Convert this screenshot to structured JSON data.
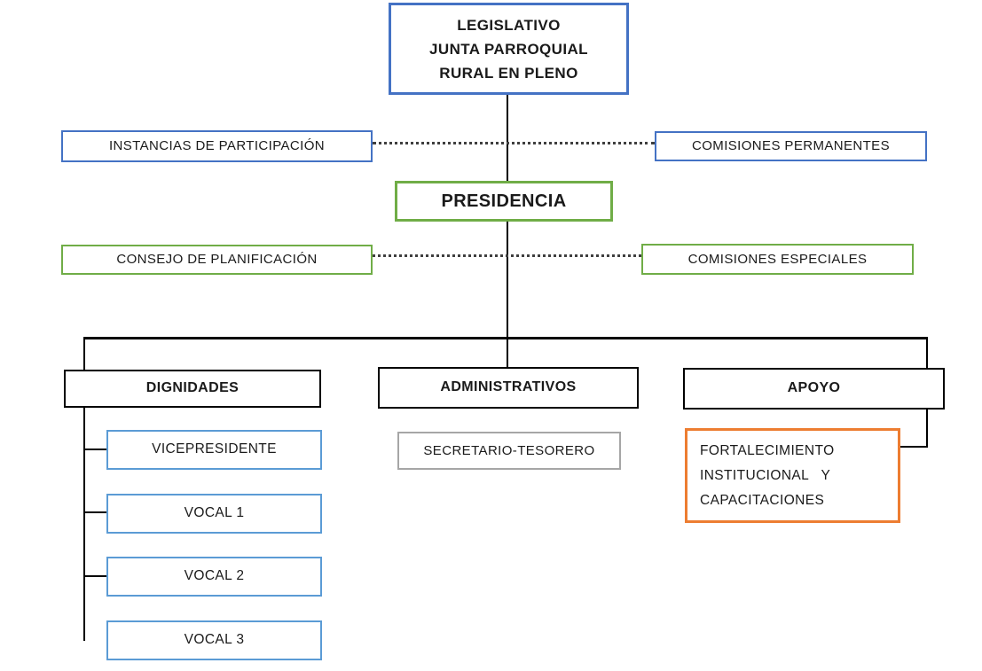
{
  "diagram_type": "org-chart",
  "colors": {
    "background": "#ffffff",
    "text": "#1a1a1a",
    "line": "#000000",
    "level1_blue": "#4472C4",
    "presidencia_green": "#70AD47",
    "section_black": "#000000",
    "children_light_blue": "#5B9BD5",
    "secretary_gray": "#A6A6A6",
    "apoyo_orange": "#ED7D31"
  },
  "nodes": {
    "legislativo": {
      "label": "LEGISLATIVO\nJUNTA PARROQUIAL\nRURAL EN PLENO"
    },
    "instancias_participacion": {
      "label": "INSTANCIAS DE PARTICIPACIÓN"
    },
    "comisiones_permanentes": {
      "label": "COMISIONES PERMANENTES"
    },
    "presidencia": {
      "label": "PRESIDENCIA"
    },
    "consejo_planificacion": {
      "label": "CONSEJO DE PLANIFICACIÓN"
    },
    "comisiones_especiales": {
      "label": "COMISIONES ESPECIALES"
    },
    "dignidades": {
      "label": "DIGNIDADES"
    },
    "administrativos": {
      "label": "ADMINISTRATIVOS"
    },
    "apoyo": {
      "label": "APOYO"
    },
    "vicepresidente": {
      "label": "VICEPRESIDENTE"
    },
    "vocal_1": {
      "label": "VOCAL 1"
    },
    "vocal_2": {
      "label": "VOCAL 2"
    },
    "vocal_3": {
      "label": "VOCAL 3"
    },
    "secretario_tesorero": {
      "label": "SECRETARIO-TESORERO"
    },
    "fortalecimiento": {
      "label": "FORTALECIMIENTO\nINSTITUCIONAL   Y\nCAPACITACIONES"
    }
  },
  "structure": {
    "root": "legislativo",
    "edges": [
      {
        "from": "legislativo",
        "to": "presidencia",
        "style": "solid"
      },
      {
        "from": "instancias_participacion",
        "to": "comisiones_permanentes",
        "style": "dotted"
      },
      {
        "from": "consejo_planificacion",
        "to": "comisiones_especiales",
        "style": "dotted"
      },
      {
        "from": "presidencia",
        "to": "dignidades",
        "style": "solid"
      },
      {
        "from": "presidencia",
        "to": "administrativos",
        "style": "solid"
      },
      {
        "from": "presidencia",
        "to": "apoyo",
        "style": "solid"
      },
      {
        "from": "dignidades",
        "to": "vicepresidente",
        "style": "solid"
      },
      {
        "from": "dignidades",
        "to": "vocal_1",
        "style": "solid"
      },
      {
        "from": "dignidades",
        "to": "vocal_2",
        "style": "solid"
      },
      {
        "from": "apoyo",
        "to": "fortalecimiento",
        "style": "solid"
      }
    ]
  }
}
